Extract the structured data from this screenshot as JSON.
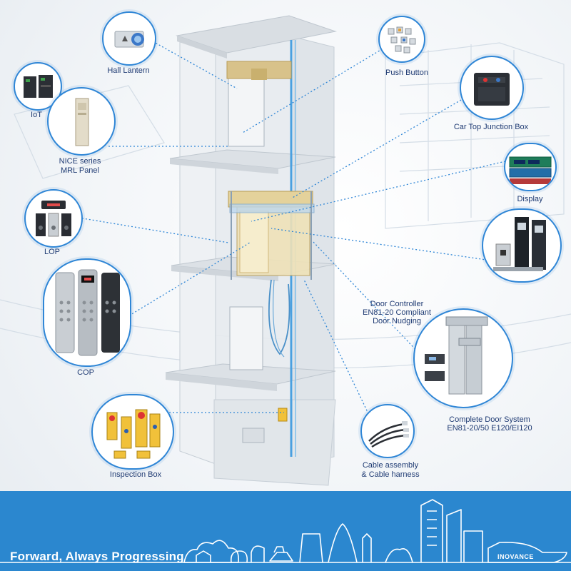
{
  "components": {
    "hall_lantern": "Hall Lantern",
    "iot": "IoT",
    "mrl_panel_line1": "NICE series",
    "mrl_panel_line2": "MRL Panel",
    "lop": "LOP",
    "cop": "COP",
    "inspection_box": "Inspection Box",
    "push_button": "Push Button",
    "car_top_junction_box": "Car Top Junction Box",
    "display": "Display",
    "door_controller_line1": "Door Controller",
    "door_controller_line2": "EN81-20 Compliant",
    "door_controller_line3": "Door Nudging",
    "door_system_line1": "Complete Door System",
    "door_system_line2": "EN81-20/50 E120/EI120",
    "cable_line1": "Cable assembly",
    "cable_line2": "& Cable harness"
  },
  "footer": {
    "slogan": "Forward, Always Progressing",
    "brand": "INOVANCE"
  },
  "colors": {
    "accent": "#2f86d6",
    "label_text": "#1f3b73",
    "footer_bg": "#2b87cf"
  }
}
